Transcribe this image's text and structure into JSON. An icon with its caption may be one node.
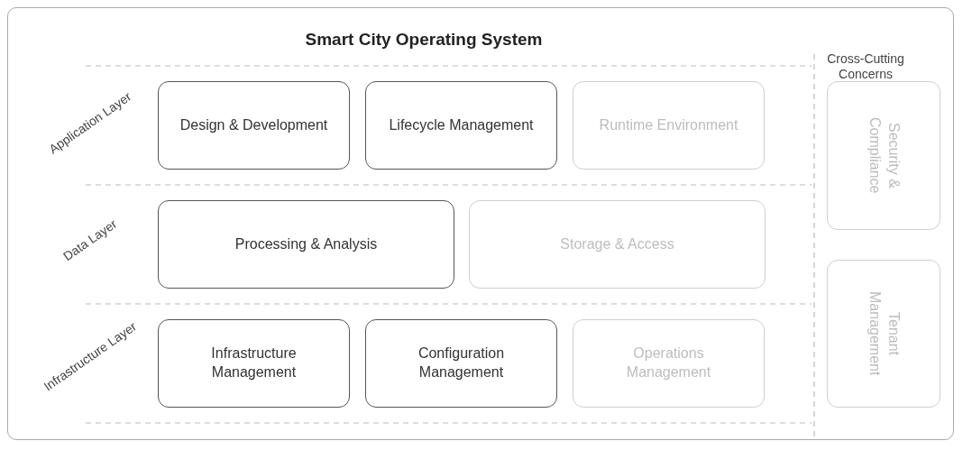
{
  "diagram": {
    "title": "Smart City Operating System",
    "nodes": [
      {
        "text": [
          "Design & Development"
        ]
      },
      {
        "text": [
          "Lifecycle Management"
        ]
      },
      {
        "text": [
          "Runtime Environment"
        ]
      },
      {
        "text": [
          "Processing & Analysis"
        ]
      },
      {
        "text": [
          "Storage & Access"
        ]
      },
      {
        "text": [
          "Infrastructure Management"
        ]
      },
      {
        "text": [
          "Configuration Management"
        ]
      },
      {
        "text": [
          "Operations Management"
        ]
      },
      {
        "text": [
          "Security & Compliance"
        ]
      },
      {
        "text": [
          "Tenant Management"
        ]
      }
    ],
    "edges": [],
    "labels": [
      "Cross-Cutting Concerns",
      "Application Layer",
      "Data Layer",
      "Infrastructure Layer"
    ]
  }
}
